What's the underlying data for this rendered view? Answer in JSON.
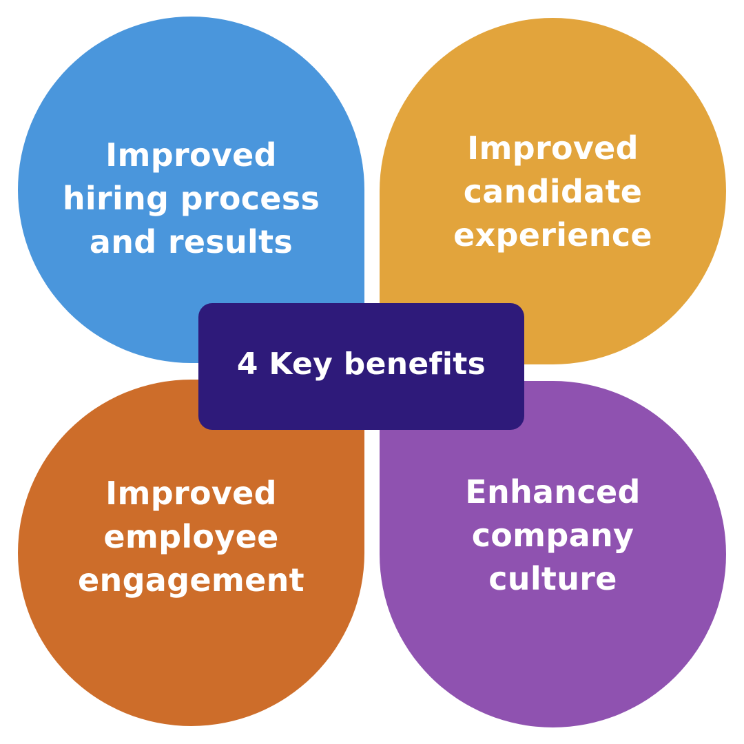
{
  "center": {
    "label": "4 Key benefits",
    "color": "#2E1A7A"
  },
  "benefits": [
    {
      "label": "Improved\nhiring process\nand results",
      "color": "#4A96DC"
    },
    {
      "label": "Improved\ncandidate\nexperience",
      "color": "#E2A43C"
    },
    {
      "label": "Improved\nemployee\nengagement",
      "color": "#CD6D2A"
    },
    {
      "label": "Enhanced\ncompany\nculture",
      "color": "#8F52B0"
    }
  ]
}
